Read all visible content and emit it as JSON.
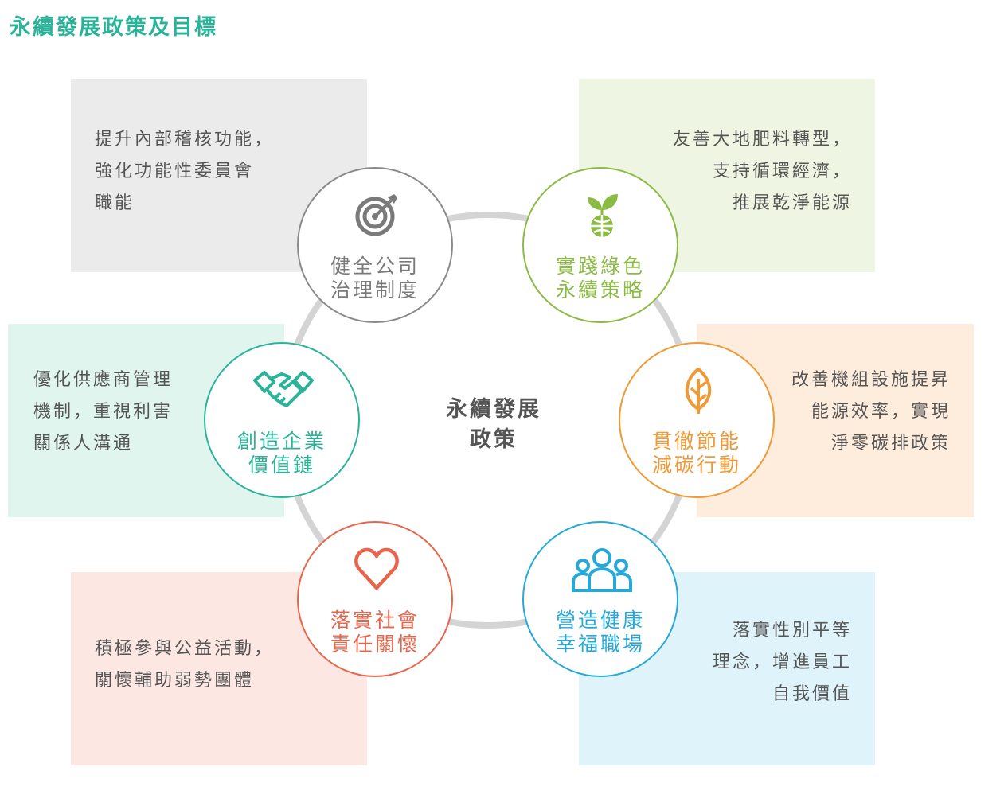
{
  "title": "永續發展政策及目標",
  "center": {
    "line1": "永續發展",
    "line2": "政策"
  },
  "colors": {
    "title": "#2bb39a",
    "governance": "#7a7a7a",
    "green": "#8cbb45",
    "energy": "#ef9a36",
    "workplace": "#26a9d9",
    "social": "#e8654b",
    "value_chain": "#2bb39a",
    "ring": "#d4d4d4"
  },
  "nodes": {
    "governance": {
      "label1": "健全公司",
      "label2": "治理制度",
      "icon": "target-icon",
      "desc": [
        "提升內部稽核功能，",
        "強化功能性委員會",
        "職能"
      ]
    },
    "green": {
      "label1": "實踐綠色",
      "label2": "永續策略",
      "icon": "sprout-globe-icon",
      "desc": [
        "友善大地肥料轉型，",
        "支持循環經濟，",
        "推展乾淨能源"
      ]
    },
    "energy": {
      "label1": "貫徹節能",
      "label2": "減碳行動",
      "icon": "leaf-icon",
      "desc": [
        "改善機組設施提昇",
        "能源效率，實現",
        "淨零碳排政策"
      ]
    },
    "workplace": {
      "label1": "營造健康",
      "label2": "幸福職場",
      "icon": "people-group-icon",
      "desc": [
        "落實性別平等",
        "理念，增進員工",
        "自我價值"
      ]
    },
    "social": {
      "label1": "落實社會",
      "label2": "責任關懷",
      "icon": "heart-icon",
      "desc": [
        "積極參與公益活動，",
        "關懷輔助弱勢團體"
      ]
    },
    "value_chain": {
      "label1": "創造企業",
      "label2": "價值鏈",
      "icon": "handshake-icon",
      "desc": [
        "優化供應商管理",
        "機制，重視利害",
        "關係人溝通"
      ]
    }
  }
}
